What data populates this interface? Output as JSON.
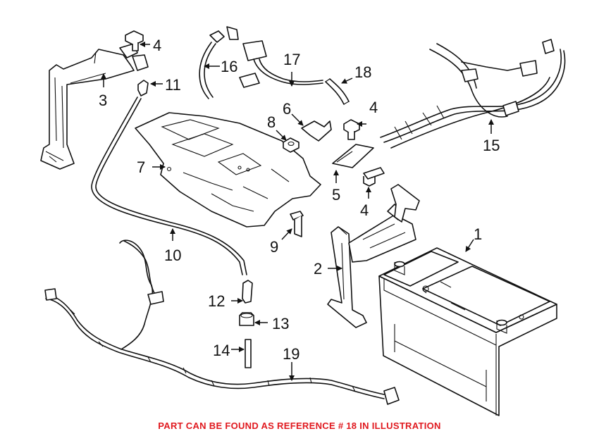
{
  "diagram": {
    "callouts": [
      {
        "id": "1",
        "label": "1"
      },
      {
        "id": "2",
        "label": "2"
      },
      {
        "id": "3",
        "label": "3"
      },
      {
        "id": "4a",
        "label": "4"
      },
      {
        "id": "4b",
        "label": "4"
      },
      {
        "id": "4c",
        "label": "4"
      },
      {
        "id": "5",
        "label": "5"
      },
      {
        "id": "6",
        "label": "6"
      },
      {
        "id": "7",
        "label": "7"
      },
      {
        "id": "8",
        "label": "8"
      },
      {
        "id": "9",
        "label": "9"
      },
      {
        "id": "10",
        "label": "10"
      },
      {
        "id": "11",
        "label": "11"
      },
      {
        "id": "12",
        "label": "12"
      },
      {
        "id": "13",
        "label": "13"
      },
      {
        "id": "14",
        "label": "14"
      },
      {
        "id": "15",
        "label": "15"
      },
      {
        "id": "16",
        "label": "16"
      },
      {
        "id": "17",
        "label": "17"
      },
      {
        "id": "18",
        "label": "18"
      },
      {
        "id": "19",
        "label": "19"
      }
    ]
  },
  "caption": {
    "text": "PART CAN BE FOUND AS REFERENCE # 18 IN ILLUSTRATION",
    "color": "#e0191f"
  }
}
